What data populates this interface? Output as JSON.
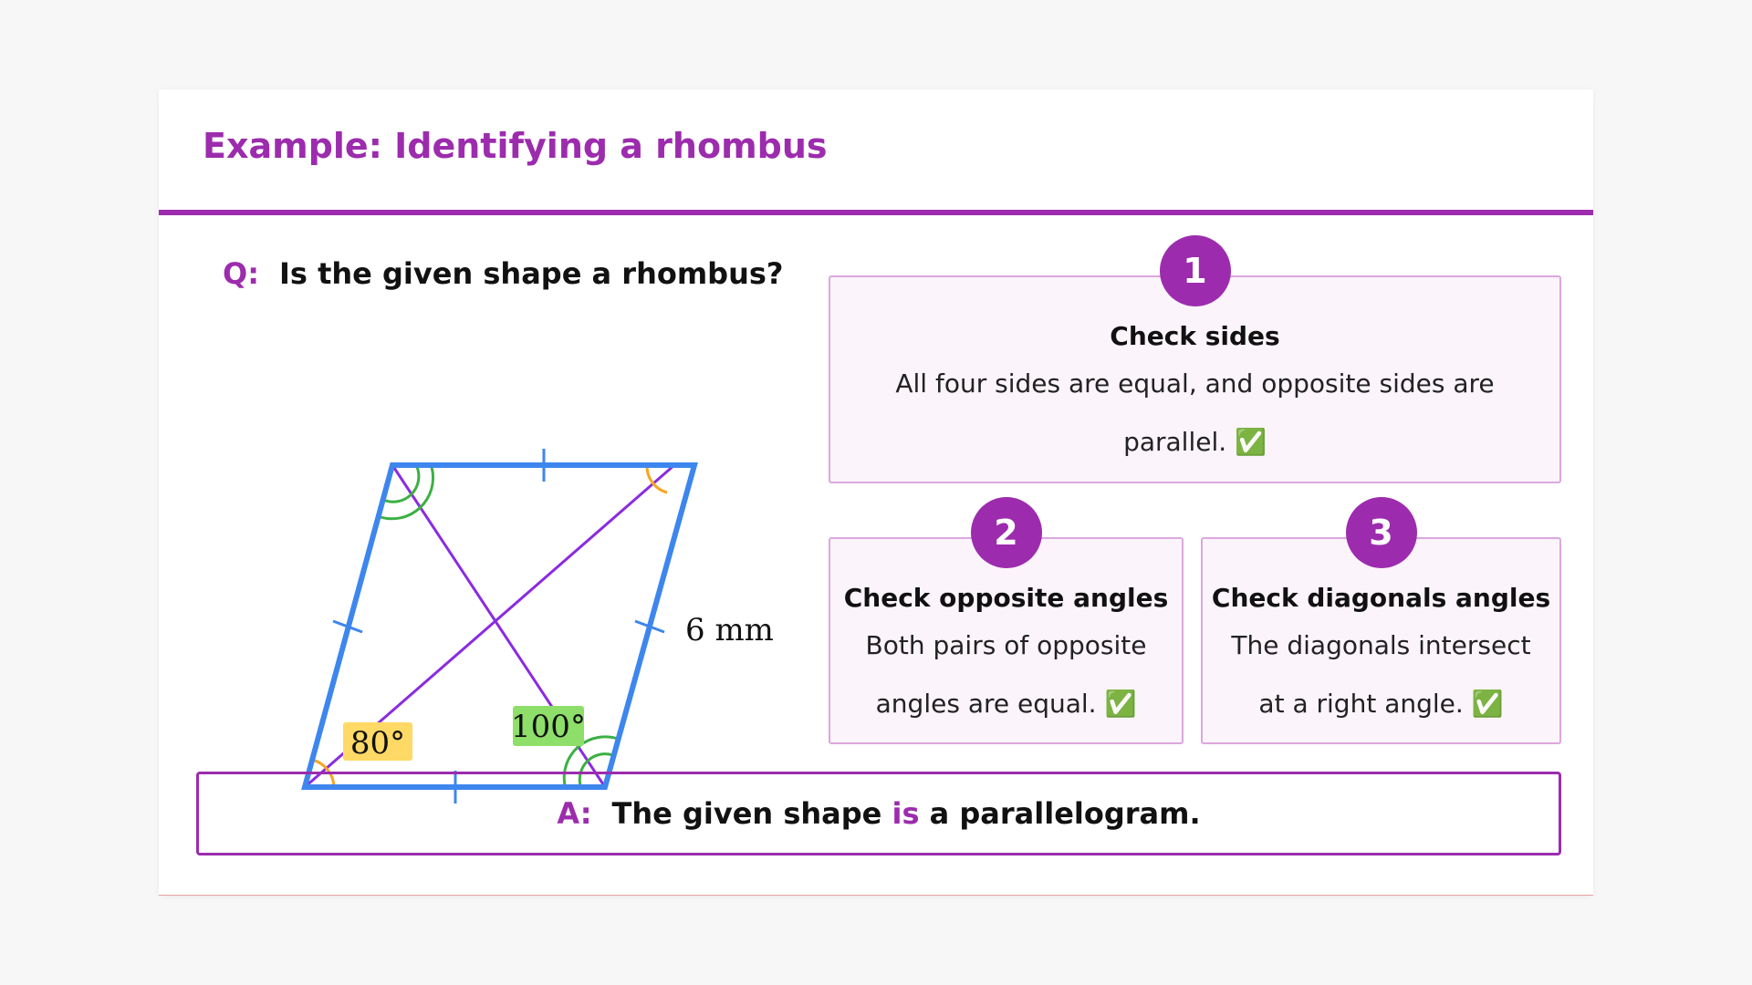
{
  "title": "Example: Identifying a rhombus",
  "question": {
    "label": "Q:",
    "text": "Is the given shape a rhombus?"
  },
  "figure": {
    "side_label": "6 mm",
    "angle_acute": "80°",
    "angle_obtuse": "100°",
    "colors": {
      "sides": "#3d86ee",
      "diagonals": "#8a2be2",
      "angle_obtuse_arc": "#3cb043",
      "angle_acute_arc": "#f5a623",
      "acute_box": "#ffd966",
      "obtuse_box": "#8ede6a"
    }
  },
  "steps": [
    {
      "number": "1",
      "title": "Check sides",
      "description": "All four sides are equal, and opposite sides are parallel. ✅"
    },
    {
      "number": "2",
      "title": "Check opposite angles",
      "description": "Both pairs of opposite angles are equal. ✅"
    },
    {
      "number": "3",
      "title": "Check diagonals angles",
      "description": "The diagonals intersect at a right angle. ✅"
    }
  ],
  "answer": {
    "label": "A:",
    "pre": "The given shape",
    "highlight": "is",
    "post": "a parallelogram."
  },
  "accent_color": "#9c2cad"
}
